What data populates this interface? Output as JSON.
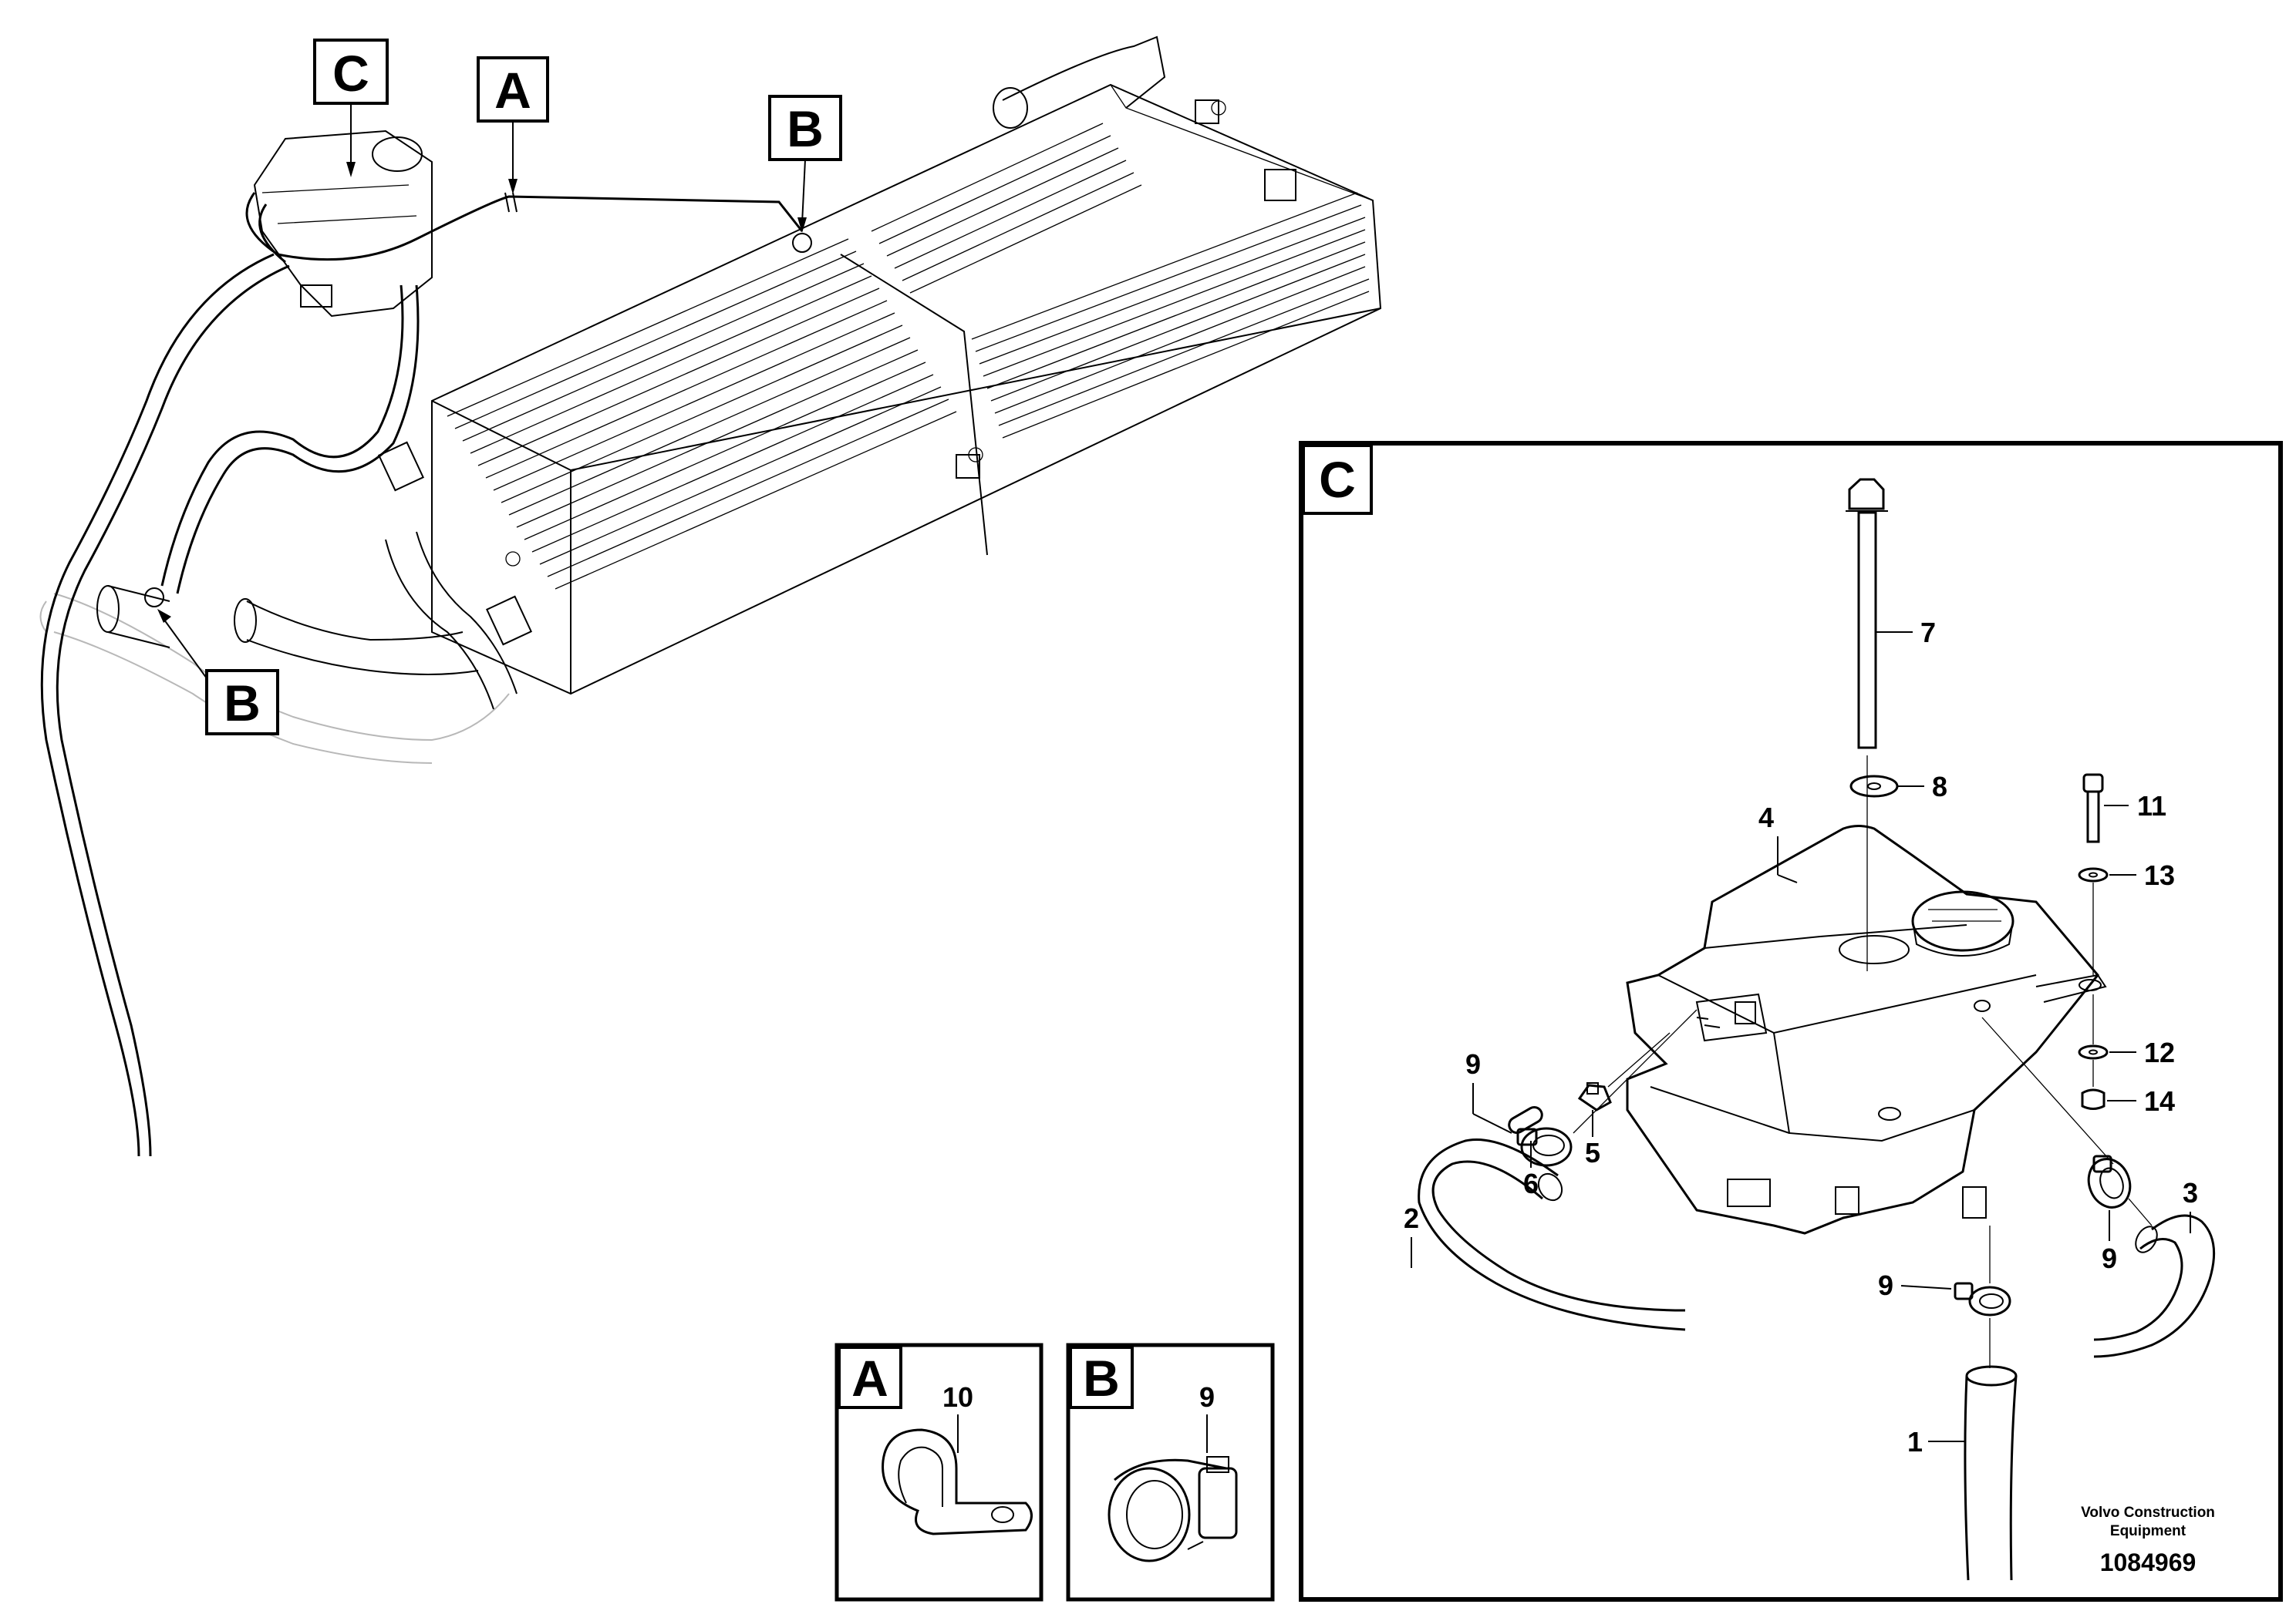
{
  "overview": {
    "callout_c": "C",
    "callout_a": "A",
    "callout_b_top": "B",
    "callout_b_bottom": "B"
  },
  "detail_c": {
    "letter": "C",
    "items": {
      "n7": "7",
      "n8": "8",
      "n4": "4",
      "n11": "11",
      "n13": "13",
      "n12": "12",
      "n14": "14",
      "n9a": "9",
      "n5": "5",
      "n6": "6",
      "n2": "2",
      "n9b": "9",
      "n3": "3",
      "n9c": "9",
      "n1": "1"
    },
    "credit_line1": "Volvo Construction",
    "credit_line2": "Equipment",
    "drawing_number": "1084969"
  },
  "detail_a": {
    "letter": "A",
    "item": "10"
  },
  "detail_b": {
    "letter": "B",
    "item": "9"
  }
}
